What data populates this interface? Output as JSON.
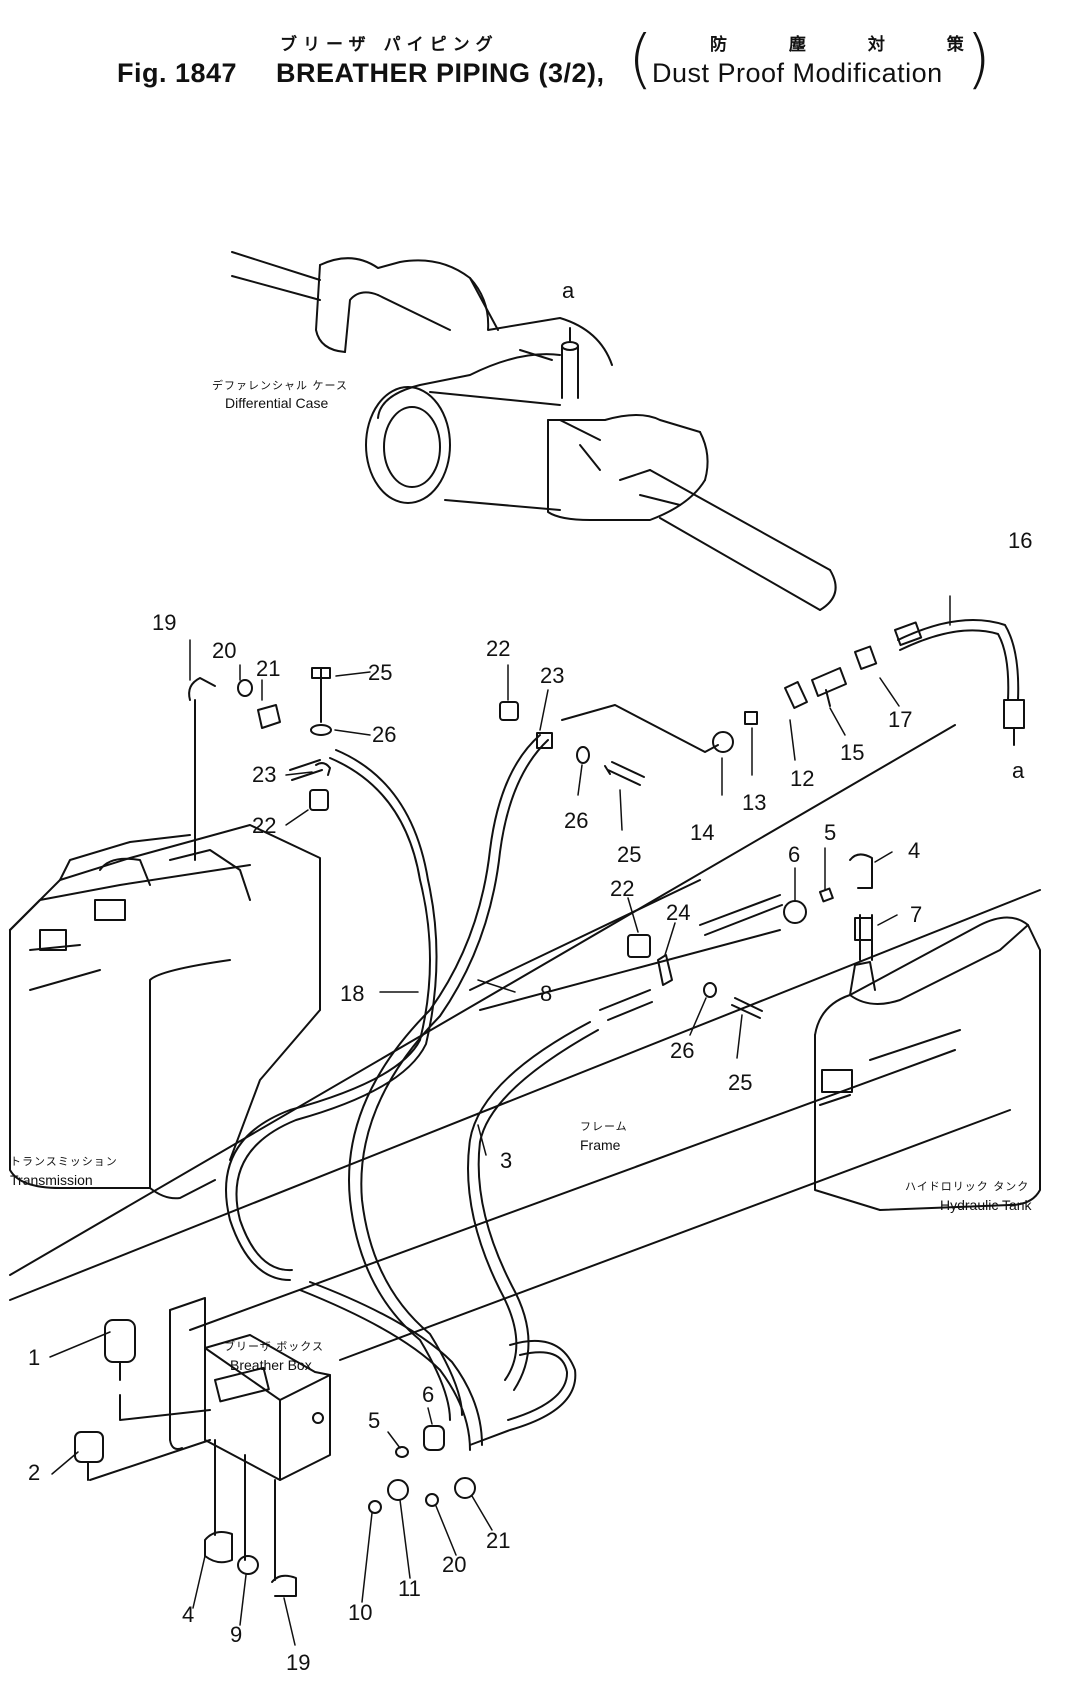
{
  "title": {
    "jp_left": "ブリーザ パイピング",
    "fig": "Fig. 1847",
    "main": "BREATHER PIPING (3/2),",
    "jp_right": "防 塵 対 策",
    "sub": "Dust Proof Modification"
  },
  "components": {
    "differential_case": {
      "jp": "デファレンシャル ケース",
      "en": "Differential Case"
    },
    "transmission": {
      "jp": "トランスミッション",
      "en": "Transmission"
    },
    "frame": {
      "jp": "フレーム",
      "en": "Frame"
    },
    "hydraulic_tank": {
      "jp": "ハイドロリック タンク",
      "en": "Hydraulic Tank"
    },
    "breather_box": {
      "jp": "ブリーザ ボックス",
      "en": "Breather Box"
    }
  },
  "callouts": {
    "a_top": "a",
    "a_right": "a",
    "n16": "16",
    "n17": "17",
    "n15": "15",
    "n12": "12",
    "n13": "13",
    "n14": "14",
    "n19_top": "19",
    "n20_top": "20",
    "n21_top": "21",
    "n25_top": "25",
    "n26_top": "26",
    "n23_left": "23",
    "n22_left": "22",
    "n22_mid": "22",
    "n23_mid": "23",
    "n26_mid": "26",
    "n25_mid": "25",
    "n6_right": "6",
    "n5_right": "5",
    "n4_right": "4",
    "n7_right": "7",
    "n22_low": "22",
    "n24": "24",
    "n26_low": "26",
    "n25_low": "25",
    "n18": "18",
    "n8": "8",
    "n3": "3",
    "n1": "1",
    "n2": "2",
    "n4_bot": "4",
    "n9": "9",
    "n19_bot": "19",
    "n5_bot": "5",
    "n6_bot": "6",
    "n10": "10",
    "n11": "11",
    "n20_bot": "20",
    "n21_bot": "21"
  }
}
